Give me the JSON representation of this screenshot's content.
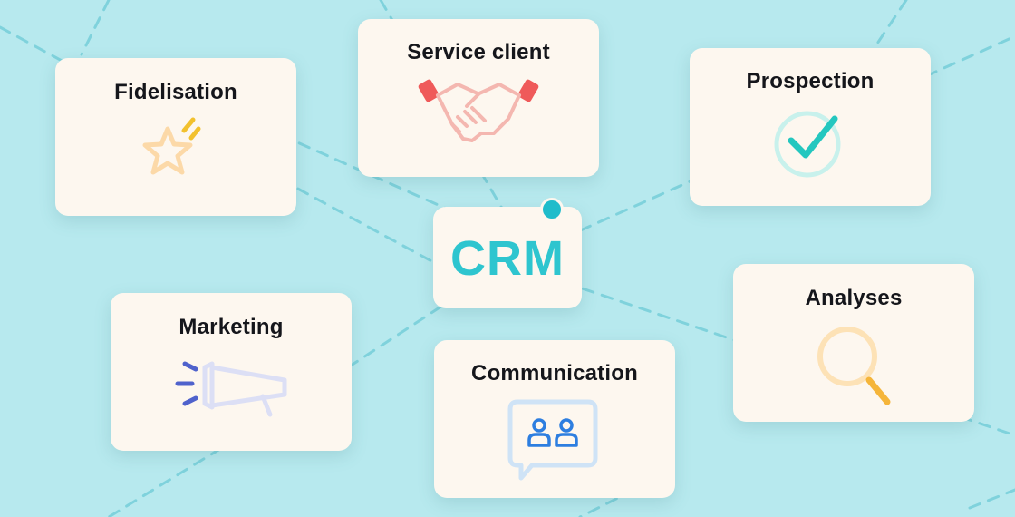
{
  "center": {
    "label": "CRM",
    "color": "#2ec5cf",
    "dot_color": "#1fbccb"
  },
  "cards": {
    "fidelisation": {
      "title": "Fidelisation",
      "icon": "star-icon",
      "icon_color": "#f8c46b"
    },
    "service_client": {
      "title": "Service client",
      "icon": "handshake-icon",
      "icon_color": "#ef8f8f"
    },
    "prospection": {
      "title": "Prospection",
      "icon": "check-circle-icon",
      "icon_color": "#2cc8c0"
    },
    "marketing": {
      "title": "Marketing",
      "icon": "megaphone-icon",
      "icon_color": "#5566cf"
    },
    "communication": {
      "title": "Communication",
      "icon": "chat-users-icon",
      "icon_color": "#2d7ee0"
    },
    "analyses": {
      "title": "Analyses",
      "icon": "magnifier-icon",
      "icon_color": "#f5b53a"
    }
  },
  "colors": {
    "background": "#b7e9ee",
    "card": "#fdf7ef",
    "dashed_lines": "#7fd2dc"
  }
}
